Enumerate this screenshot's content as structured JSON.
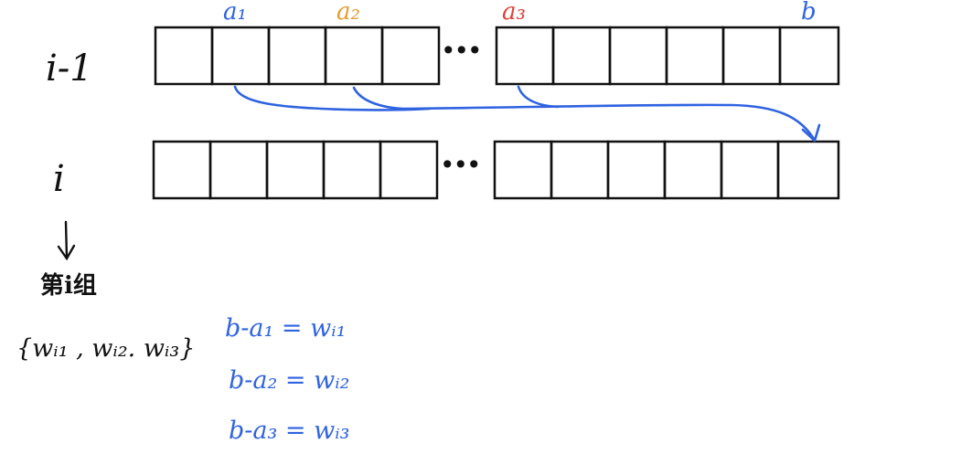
{
  "colors": {
    "ink": "#111111",
    "blue": "#2f63e0",
    "orange": "#e69a2e",
    "red": "#e0403a"
  },
  "rows": {
    "prev_label": "i-1",
    "curr_label": "i"
  },
  "top_labels": {
    "a1": "a₁",
    "a2": "a₂",
    "a3": "a₃",
    "b": "b"
  },
  "ellipsis": "•••",
  "down_arrow": "↓",
  "group_label": "第i组",
  "group_set": "{wᵢ₁ , wᵢ₂. wᵢ₃}",
  "equations": [
    "b-a₁ = wᵢ₁",
    "b-a₂ = wᵢ₂",
    "b-a₃ = wᵢ₃"
  ]
}
